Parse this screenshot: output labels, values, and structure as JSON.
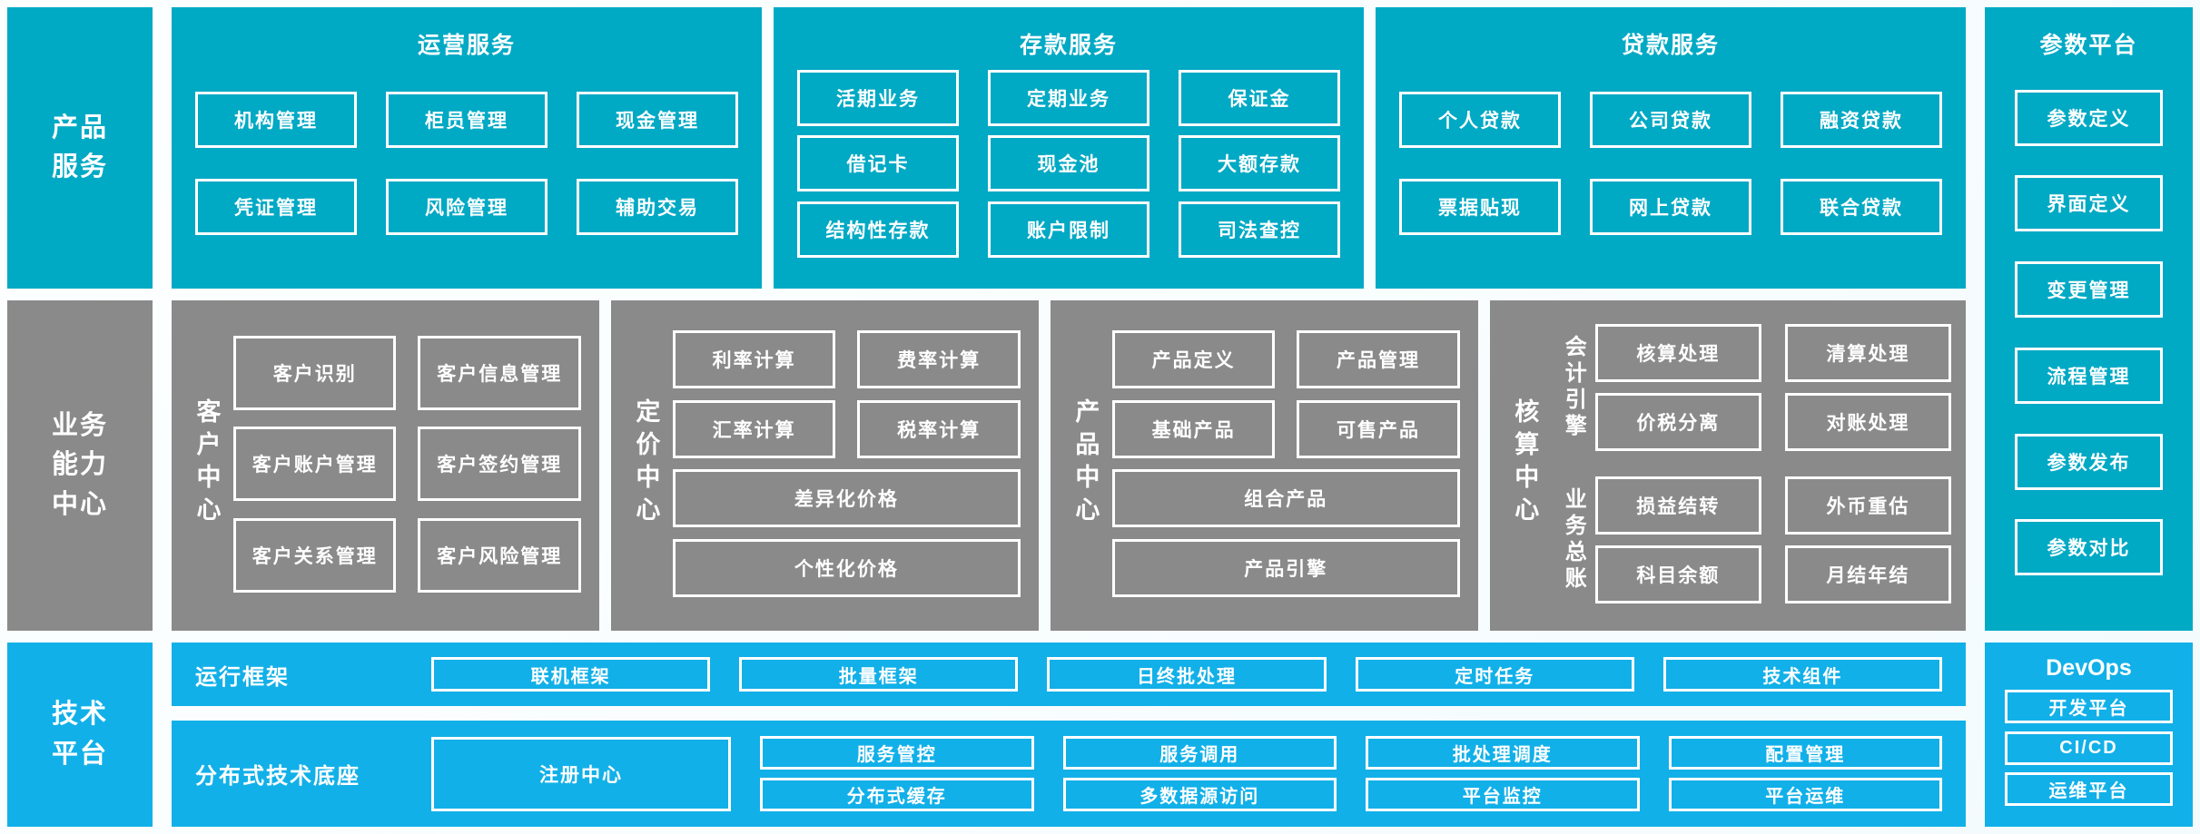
{
  "colors": {
    "teal": "#00a9c4",
    "gray": "#8a8a8a",
    "blue": "#12b0e8",
    "box_border": "#ffffff",
    "text": "#ffffff"
  },
  "product_band": {
    "label": "产品服务",
    "label_lines": [
      "产品",
      "服务"
    ],
    "sections": [
      {
        "title": "运营服务",
        "rows": [
          [
            "机构管理",
            "柜员管理",
            "现金管理"
          ],
          [
            "凭证管理",
            "风险管理",
            "辅助交易"
          ]
        ]
      },
      {
        "title": "存款服务",
        "rows": [
          [
            "活期业务",
            "定期业务",
            "保证金"
          ],
          [
            "借记卡",
            "现金池",
            "大额存款"
          ],
          [
            "结构性存款",
            "账户限制",
            "司法查控"
          ]
        ]
      },
      {
        "title": "贷款服务",
        "rows": [
          [
            "个人贷款",
            "公司贷款",
            "融资贷款"
          ],
          [
            "票据贴现",
            "网上贷款",
            "联合贷款"
          ]
        ]
      }
    ]
  },
  "param_platform": {
    "title": "参数平台",
    "items": [
      "参数定义",
      "界面定义",
      "变更管理",
      "流程管理",
      "参数发布",
      "参数对比"
    ]
  },
  "capability_band": {
    "label": "业务能力中心",
    "label_lines": [
      "业务",
      "能力",
      "中心"
    ],
    "customer_center": {
      "title": "客户中心",
      "rows": [
        [
          "客户识别",
          "客户信息管理"
        ],
        [
          "客户账户管理",
          "客户签约管理"
        ],
        [
          "客户关系管理",
          "客户风险管理"
        ]
      ]
    },
    "pricing_center": {
      "title": "定价中心",
      "rows": [
        [
          "利率计算",
          "费率计算"
        ],
        [
          "汇率计算",
          "税率计算"
        ]
      ],
      "full_rows": [
        "差异化价格",
        "个性化价格"
      ]
    },
    "product_center": {
      "title": "产品中心",
      "rows": [
        [
          "产品定义",
          "产品管理"
        ],
        [
          "基础产品",
          "可售产品"
        ]
      ],
      "full_rows": [
        "组合产品",
        "产品引擎"
      ]
    },
    "accounting_center": {
      "title": "核算中心",
      "groups": [
        {
          "label": "会计引擎",
          "rows": [
            [
              "核算处理",
              "清算处理"
            ],
            [
              "价税分离",
              "对账处理"
            ]
          ]
        },
        {
          "label": "业务总账",
          "rows": [
            [
              "损益结转",
              "外币重估"
            ],
            [
              "科目余额",
              "月结年结"
            ]
          ]
        }
      ]
    }
  },
  "tech_band": {
    "label": "技术平台",
    "label_lines": [
      "技术",
      "平台"
    ],
    "runtime_row": {
      "label": "运行框架",
      "items": [
        "联机框架",
        "批量框架",
        "日终批处理",
        "定时任务",
        "技术组件"
      ]
    },
    "base_row": {
      "label": "分布式技术底座",
      "main_item": "注册中心",
      "grid": [
        [
          "服务管控",
          "服务调用",
          "批处理调度",
          "配置管理"
        ],
        [
          "分布式缓存",
          "多数据源访问",
          "平台监控",
          "平台运维"
        ]
      ]
    }
  },
  "devops": {
    "title": "DevOps",
    "items": [
      "开发平台",
      "CI/CD",
      "运维平台"
    ]
  }
}
